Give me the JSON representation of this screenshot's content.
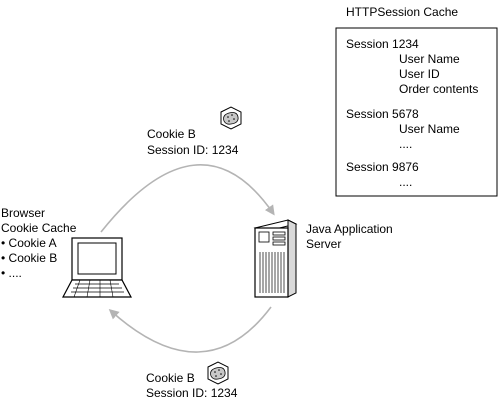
{
  "cache": {
    "title": "HTTPSession Cache",
    "sessions": [
      {
        "label": "Session 1234",
        "items": [
          "User Name",
          "User ID",
          "Order contents"
        ]
      },
      {
        "label": "Session 5678",
        "items": [
          "User Name",
          "...."
        ]
      },
      {
        "label": "Session 9876",
        "items": [
          "...."
        ]
      }
    ]
  },
  "browser": {
    "lines": [
      "Browser",
      "Cookie Cache"
    ],
    "cookies": [
      "Cookie A",
      "Cookie B",
      "...."
    ]
  },
  "server": {
    "lines": [
      "Java Application",
      "Server"
    ]
  },
  "cookie_top": {
    "lines": [
      "Cookie B",
      "Session ID: 1234"
    ]
  },
  "cookie_bottom": {
    "lines": [
      "Cookie B",
      "Session ID: 1234"
    ]
  },
  "colors": {
    "arrow": "#b4b4b4",
    "outline": "#000000",
    "cookie_fill": "#c8c8c8",
    "server_fill": "#d9d9d9"
  }
}
